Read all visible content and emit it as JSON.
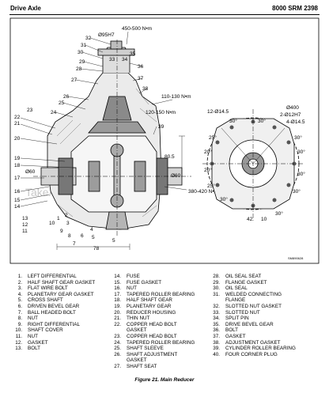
{
  "header": {
    "left": "Drive Axle",
    "right": "8000 SRM 2398"
  },
  "figure": {
    "callouts": [
      "1",
      "2",
      "3",
      "4",
      "5",
      "6",
      "7",
      "8",
      "9",
      "10",
      "11",
      "12",
      "13",
      "14",
      "15",
      "16",
      "17",
      "18",
      "19",
      "20",
      "21",
      "22",
      "23",
      "24",
      "25",
      "26",
      "27",
      "28",
      "29",
      "30",
      "31",
      "32",
      "33",
      "34",
      "35",
      "36",
      "37",
      "38",
      "39"
    ],
    "torque_top": "450-500 N•m",
    "bore_top": "Ø95H7",
    "torque_right": "110-130 N•m",
    "torque_mid": "120-150 N•m",
    "torque_bottom": "380-420 N•m",
    "dim_805": "80.5",
    "dim_o60_right": "Ø60",
    "dim_o60_left": "Ø60",
    "dim_78": "78",
    "dim_5": "5",
    "side": {
      "bolt_circle": "12-Ø14.5",
      "o400": "Ø400",
      "o12h7": "2-Ø12H7",
      "o14_5": "4-Ø14.5",
      "angle": "30°",
      "angle20": "20°",
      "angle25": "25°",
      "d42": "42",
      "d10": "10"
    },
    "code": "SM890628",
    "watermark": "TakeAManual.com"
  },
  "legend": {
    "col1": [
      {
        "n": "1.",
        "t": "LEFT DIFFERENTIAL"
      },
      {
        "n": "2.",
        "t": "HALF SHAFT GEAR GASKET"
      },
      {
        "n": "3.",
        "t": "FLAT WIRE BOLT"
      },
      {
        "n": "4.",
        "t": "PLANETARY GEAR GASKET"
      },
      {
        "n": "5.",
        "t": "CROSS SHAFT"
      },
      {
        "n": "6.",
        "t": "DRIVEN BEVEL GEAR"
      },
      {
        "n": "7.",
        "t": "BALL HEADED BOLT"
      },
      {
        "n": "8.",
        "t": "NUT"
      },
      {
        "n": "9.",
        "t": "RIGHT DIFFERENTIAL"
      },
      {
        "n": "10.",
        "t": "SHAFT COVER"
      },
      {
        "n": "11.",
        "t": "NUT"
      },
      {
        "n": "12.",
        "t": "GASKET"
      },
      {
        "n": "13.",
        "t": "BOLT"
      }
    ],
    "col2": [
      {
        "n": "14.",
        "t": "FUSE"
      },
      {
        "n": "15.",
        "t": "FUSE GASKET"
      },
      {
        "n": "16.",
        "t": "NUT"
      },
      {
        "n": "17.",
        "t": "TAPERED ROLLER BEARING"
      },
      {
        "n": "18.",
        "t": "HALF SHAFT GEAR"
      },
      {
        "n": "19.",
        "t": "PLANETARY GEAR"
      },
      {
        "n": "20.",
        "t": "REDUCER HOUSING"
      },
      {
        "n": "21.",
        "t": "THIN NUT"
      },
      {
        "n": "22.",
        "t": "COPPER HEAD BOLT"
      },
      {
        "n": "",
        "t": "GASKET"
      },
      {
        "n": "23.",
        "t": "COPPER HEAD BOLT"
      },
      {
        "n": "24.",
        "t": "TAPERED ROLLER BEARING"
      },
      {
        "n": "25.",
        "t": "SHAFT SLEEVE"
      },
      {
        "n": "26.",
        "t": "SHAFT ADJUSTMENT"
      },
      {
        "n": "",
        "t": "GASKET"
      },
      {
        "n": "27.",
        "t": "SHAFT SEAT"
      }
    ],
    "col3": [
      {
        "n": "28.",
        "t": "OIL SEAL SEAT"
      },
      {
        "n": "29.",
        "t": "FLANGE GASKET"
      },
      {
        "n": "30.",
        "t": "OIL SEAL"
      },
      {
        "n": "31.",
        "t": "WELDED CONNECTING"
      },
      {
        "n": "",
        "t": "FLANGE"
      },
      {
        "n": "32.",
        "t": "SLOTTED NUT GASKET"
      },
      {
        "n": "33.",
        "t": "SLOTTED NUT"
      },
      {
        "n": "34.",
        "t": "SPLIT PIN"
      },
      {
        "n": "35.",
        "t": "DRIVE BEVEL GEAR"
      },
      {
        "n": "36.",
        "t": "BOLT"
      },
      {
        "n": "37.",
        "t": "GASKET"
      },
      {
        "n": "38.",
        "t": "ADJUSTMENT GASKET"
      },
      {
        "n": "39.",
        "t": "CYLINDER ROLLER BEARING"
      },
      {
        "n": "40.",
        "t": "FOUR CORNER PLUG"
      }
    ]
  },
  "caption": "Figure 21. Main Reducer"
}
